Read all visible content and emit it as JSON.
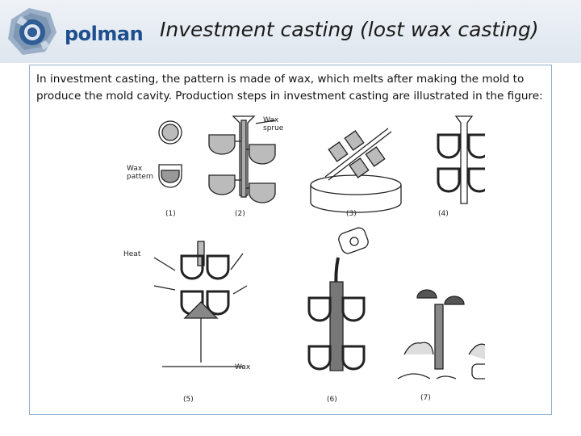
{
  "header": {
    "logo_text": "polman",
    "title": "Investment casting (lost wax casting)"
  },
  "content": {
    "paragraph": "In investment casting, the pattern is made of wax, which melts after making the mold to produce the mold cavity. Production steps in investment casting are illustrated in the figure:"
  },
  "figure": {
    "labels": {
      "wax": "Wax",
      "sprue": "sprue",
      "wax_pattern_1": "Wax",
      "wax_pattern_2": "pattern",
      "heat": "Heat",
      "wax_bottom": "Wax"
    },
    "step_labels": [
      "(1)",
      "(2)",
      "(3)",
      "(4)",
      "(5)",
      "(6)",
      "(7)"
    ]
  }
}
